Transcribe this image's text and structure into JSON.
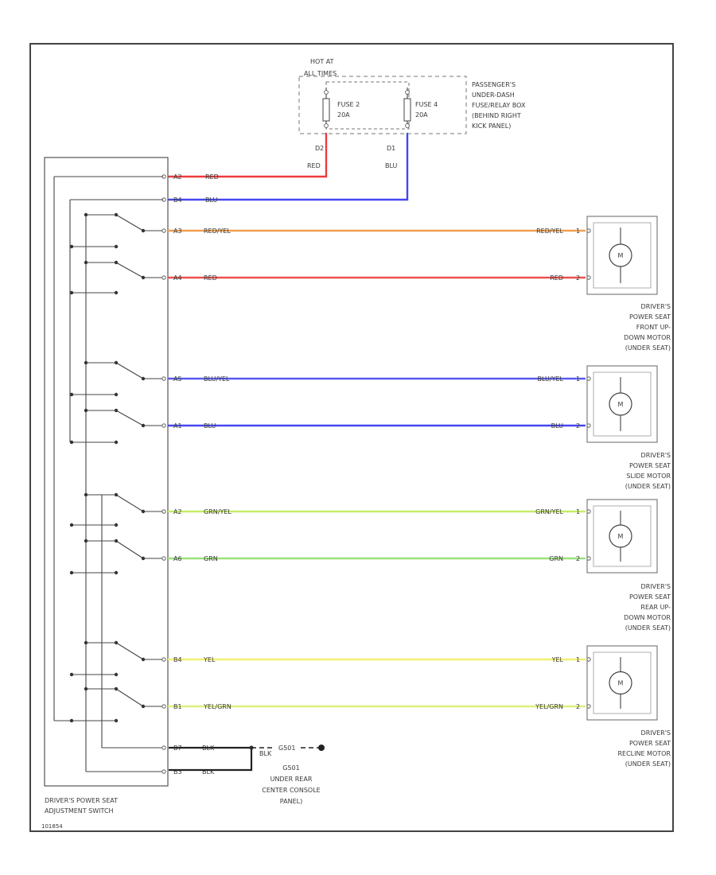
{
  "fuse_box": {
    "hot_label": "HOT AT",
    "hot_label_2": "ALL TIMES",
    "fuse_2": {
      "name": "FUSE 2",
      "rating": "20A",
      "pin": "D2",
      "wire_color": "RED"
    },
    "fuse_4": {
      "name": "FUSE 4",
      "rating": "20A",
      "pin": "D1",
      "wire_color": "BLU"
    },
    "location": [
      "PASSENGER'S",
      "UNDER-DASH",
      "FUSE/RELAY BOX",
      "(BEHIND RIGHT",
      "KICK PANEL)"
    ]
  },
  "switch": {
    "label": [
      "DRIVER'S POWER SEAT",
      "ADJUSTMENT SWITCH"
    ],
    "feeds": [
      {
        "pin": "A2",
        "color_label": "RED",
        "color": "#ee3b3b"
      },
      {
        "pin": "B4",
        "color_label": "BLU",
        "color": "#4646f0"
      }
    ],
    "ground_pins": [
      {
        "pin": "B7",
        "color_label": "BLK"
      },
      {
        "pin": "B3",
        "color_label": "BLK"
      }
    ]
  },
  "circuits": [
    {
      "switch_pin": "A3",
      "motor_pin": "1",
      "switch_label": "RED/YEL",
      "motor_label": "RED/YEL",
      "color": "#f0a050"
    },
    {
      "switch_pin": "A4",
      "motor_pin": "2",
      "switch_label": "RED",
      "motor_label": "RED",
      "color": "#ee5050"
    },
    {
      "switch_pin": "A5",
      "motor_pin": "1",
      "switch_label": "BLU/YEL",
      "motor_label": "BLU/YEL",
      "color": "#5a5af2"
    },
    {
      "switch_pin": "A1",
      "motor_pin": "2",
      "switch_label": "BLU",
      "motor_label": "BLU",
      "color": "#4646f0"
    },
    {
      "switch_pin": "A2",
      "motor_pin": "1",
      "switch_label": "GRN/YEL",
      "motor_label": "GRN/YEL",
      "color": "#c6ec68"
    },
    {
      "switch_pin": "A6",
      "motor_pin": "2",
      "switch_label": "GRN",
      "motor_label": "GRN",
      "color": "#9ce07c"
    },
    {
      "switch_pin": "B4",
      "motor_pin": "1",
      "switch_label": "YEL",
      "motor_label": "YEL",
      "color": "#f0f070"
    },
    {
      "switch_pin": "B1",
      "motor_pin": "2",
      "switch_label": "YEL/GRN",
      "motor_label": "YEL/GRN",
      "color": "#dcef7a"
    }
  ],
  "motors": [
    {
      "symbol": "M",
      "label": [
        "DRIVER'S",
        "POWER SEAT",
        "FRONT UP-",
        "DOWN MOTOR",
        "(UNDER SEAT)"
      ]
    },
    {
      "symbol": "M",
      "label": [
        "DRIVER'S",
        "POWER SEAT",
        "SLIDE MOTOR",
        "(UNDER SEAT)"
      ]
    },
    {
      "symbol": "M",
      "label": [
        "DRIVER'S",
        "POWER SEAT",
        "REAR UP-",
        "DOWN MOTOR",
        "(UNDER SEAT)"
      ]
    },
    {
      "symbol": "M",
      "label": [
        "DRIVER'S",
        "POWER SEAT",
        "RECLINE MOTOR",
        "(UNDER SEAT)"
      ]
    }
  ],
  "ground": {
    "wire_label": "BLK",
    "name": "G501",
    "location": [
      "G501",
      "UNDER REAR",
      "CENTER CONSOLE",
      "PANEL)"
    ]
  },
  "footer_id": "101854",
  "colors": {
    "red": "#ee3b3b",
    "blue": "#4646f0",
    "black": "#222222"
  }
}
